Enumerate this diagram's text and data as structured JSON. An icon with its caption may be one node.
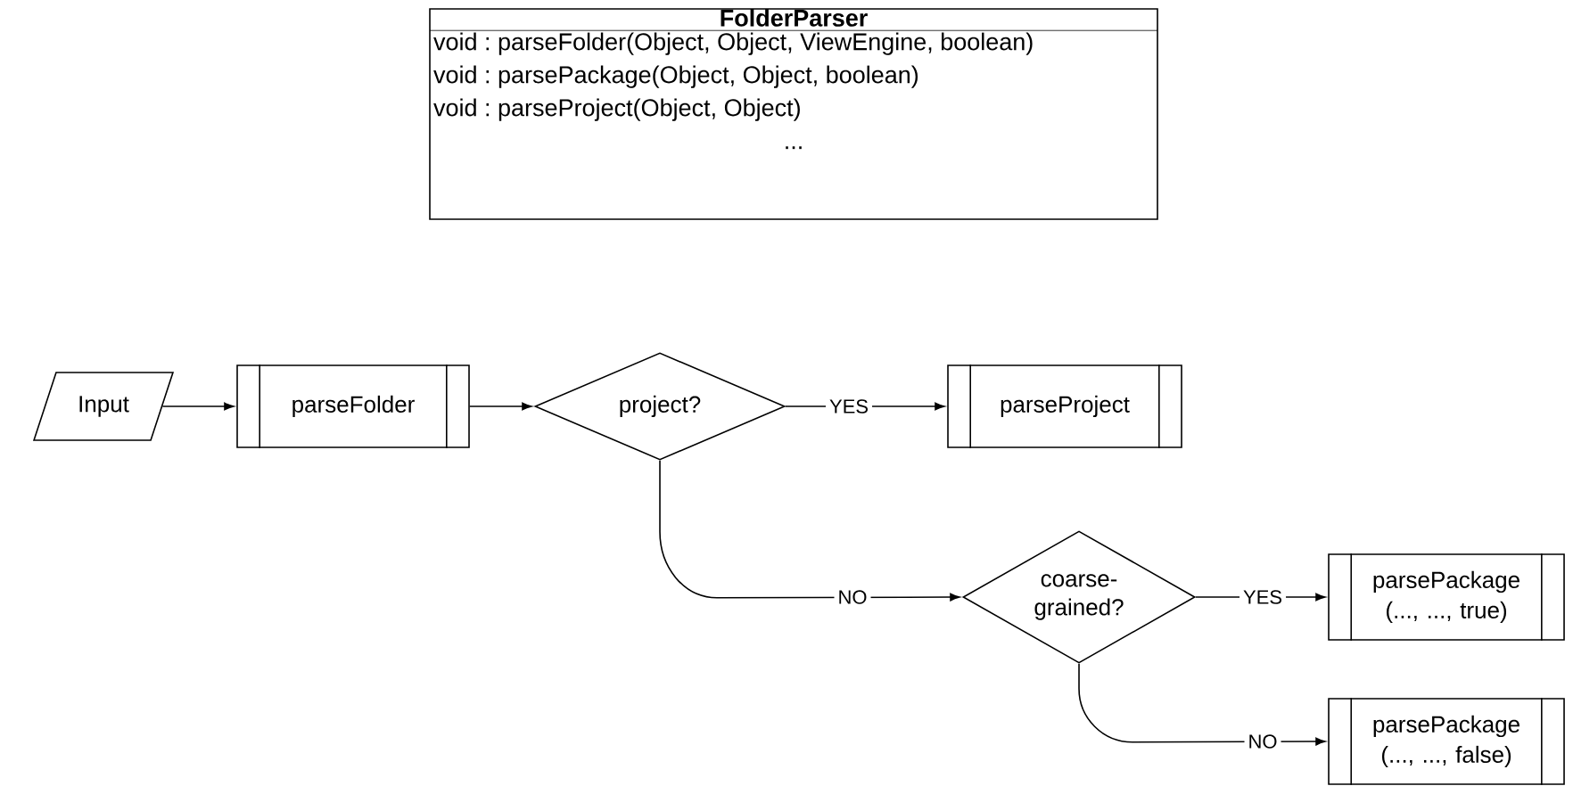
{
  "diagram": {
    "nodes": [
      {
        "text": [
          "FolderParser",
          "void : parseFolder(Object, Object, ViewEngine, boolean)",
          "void : parsePackage(Object, Object, boolean)",
          "void : parseProject(Object, Object)",
          "..."
        ]
      },
      {
        "text": [
          "Input"
        ]
      },
      {
        "text": [
          "parseFolder"
        ]
      },
      {
        "text": [
          "project?"
        ]
      },
      {
        "text": [
          "parseProject"
        ]
      },
      {
        "text": [
          "coarse-grained?"
        ]
      },
      {
        "text": [
          "parsePackage (..., ..., true)"
        ]
      },
      {
        "text": [
          "parsePackage (..., ..., false)"
        ]
      }
    ],
    "edges": [
      {
        "from": 1,
        "to": 2,
        "arrow": "to"
      },
      {
        "from": 2,
        "to": 3,
        "arrow": "to"
      },
      {
        "from": 3,
        "to": 4,
        "arrow": "to",
        "label": "YES"
      },
      {
        "from": 3,
        "to": 5,
        "arrow": "to",
        "label": "NO"
      },
      {
        "from": 5,
        "to": 6,
        "arrow": "to",
        "label": "YES"
      },
      {
        "from": 5,
        "to": 7,
        "arrow": "to",
        "label": "NO"
      }
    ]
  }
}
